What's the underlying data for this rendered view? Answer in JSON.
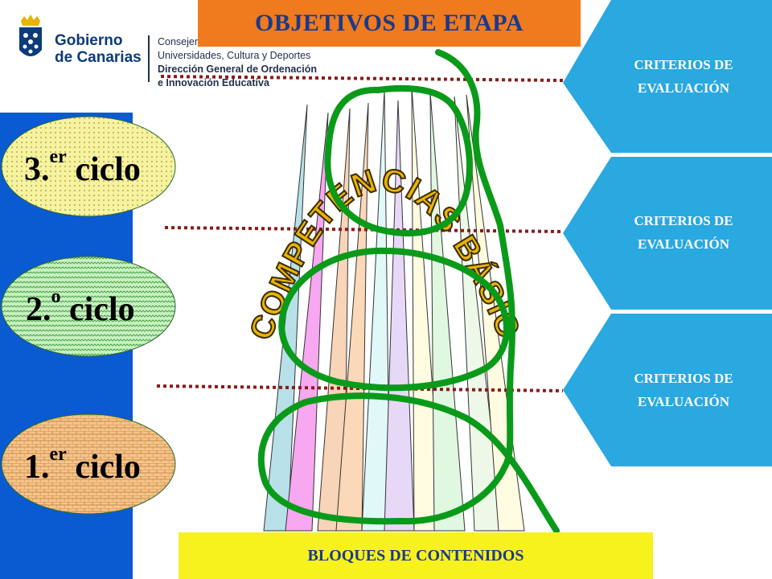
{
  "header": {
    "logo_line1": "Gobierno",
    "logo_line2": "de Canarias",
    "consejeria_line1": "Consejer",
    "consejeria_line2": "Universidades, Cultura y Deportes",
    "direccion_line1": "Dirección General de Ordenación",
    "direccion_line2": "e Innovación Educativa"
  },
  "objetivos": "OBJETIVOS DE ETAPA",
  "bloques": "BLOQUES DE CONTENIDOS",
  "criterios": [
    {
      "line1": "CRITERIOS DE",
      "line2": "EVALUACIÓN"
    },
    {
      "line1": "CRITERIOS DE",
      "line2": "EVALUACIÓN"
    },
    {
      "line1": "CRITERIOS DE",
      "line2": "EVALUACIÓN"
    }
  ],
  "ciclos": [
    {
      "num": "3.",
      "sup": "er",
      "word": "ciclo"
    },
    {
      "num": "2.",
      "sup": "o",
      "word": "ciclo"
    },
    {
      "num": "1.",
      "sup": "er",
      "word": "ciclo"
    }
  ],
  "arc_text": "COMPETENCIAS BÁSICAS",
  "colors": {
    "blue_bar": "#0a5ad2",
    "arrow": "#2aa8e0",
    "orange": "#f07a1e",
    "yellow": "#f7f21e",
    "green_loop": "#0a9a1a",
    "dotted_line": "#8b1a1a",
    "arc_fill": "#e8b400"
  }
}
